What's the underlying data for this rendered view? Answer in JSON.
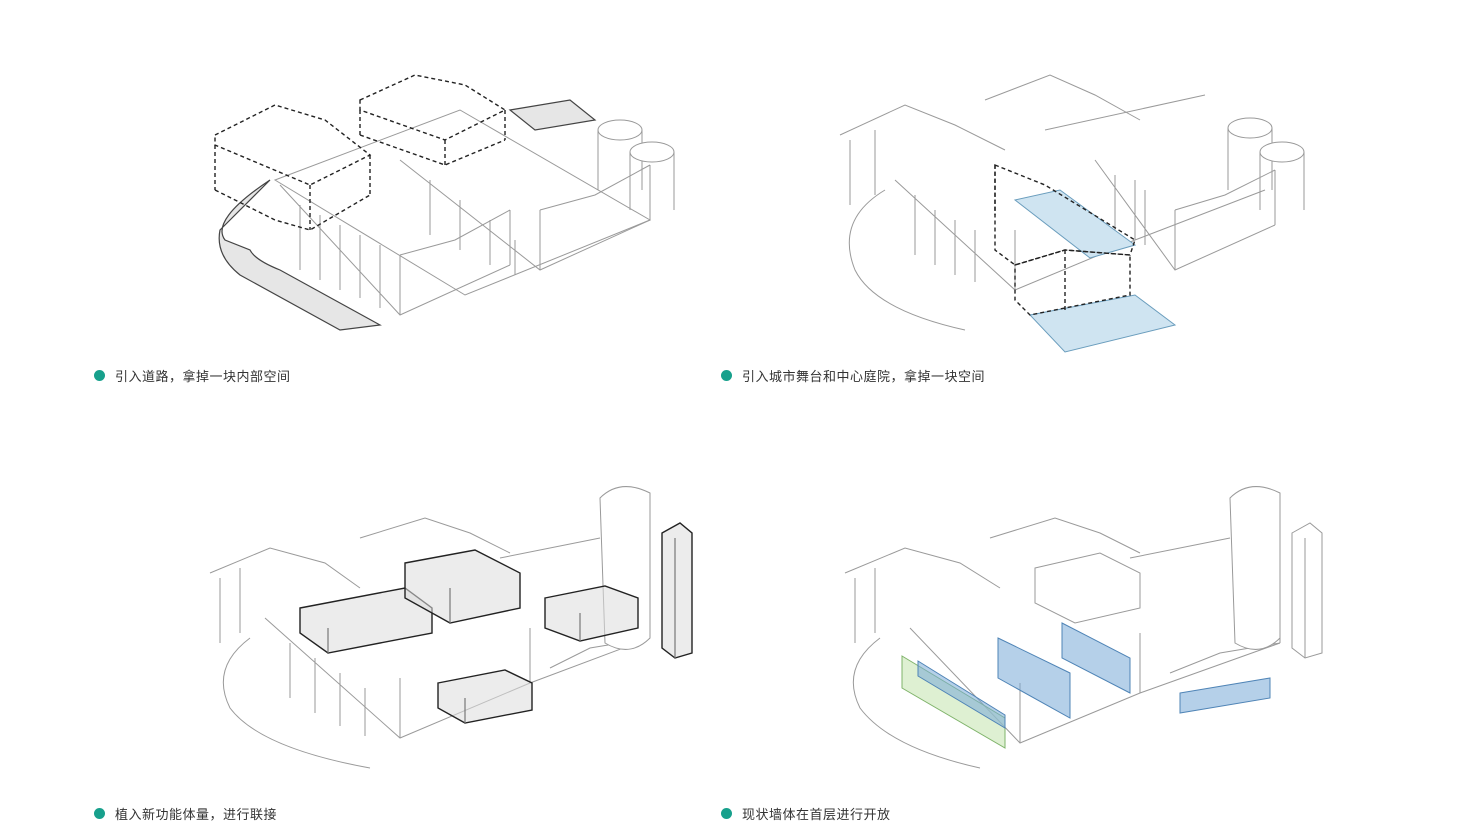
{
  "captions": {
    "p1": "引入道路，拿掉一块内部空间",
    "p2": "引入城市舞台和中心庭院，拿掉一块空间",
    "p3": "植入新功能体量，进行联接",
    "p4": "现状墙体在首层进行开放"
  },
  "colors": {
    "accent_dot": "#17a08c",
    "line": "#9a9a9a",
    "highlight_blue": "#cfe4f1"
  }
}
